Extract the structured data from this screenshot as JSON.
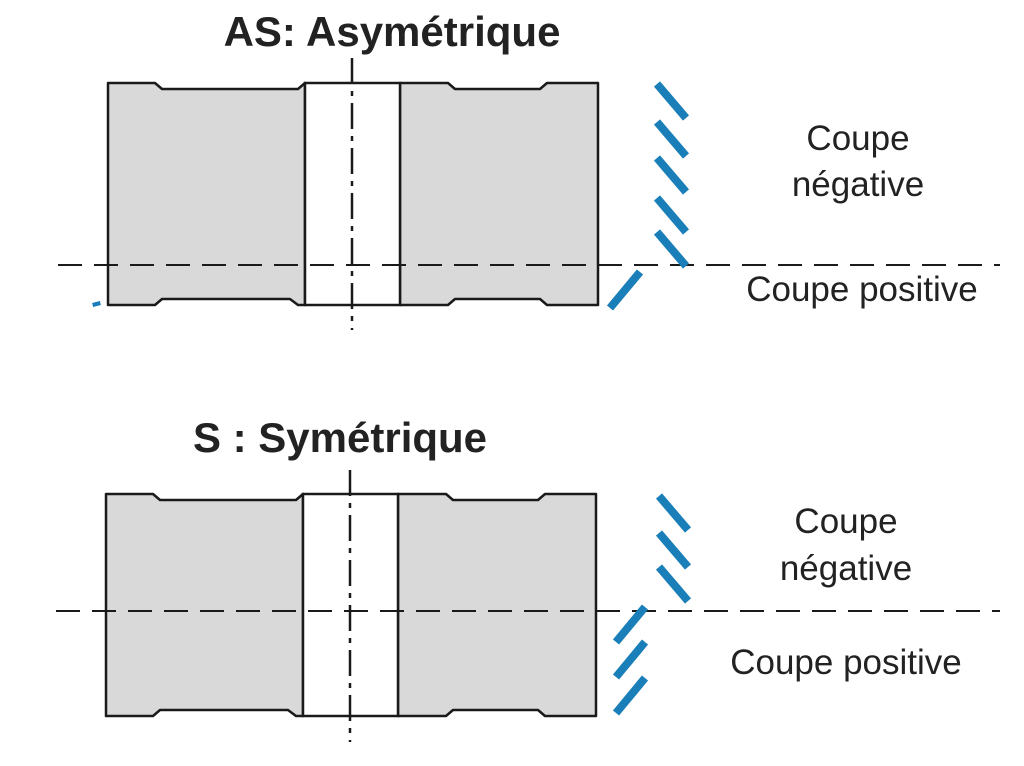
{
  "diagrams": [
    {
      "title": "AS: Asymétrique",
      "label_negative_1": "Coupe",
      "label_negative_2": "négative",
      "label_positive": "Coupe positive"
    },
    {
      "title": "S : Symétrique",
      "label_negative_1": "Coupe",
      "label_negative_2": "négative",
      "label_positive": "Coupe positive"
    }
  ],
  "colors": {
    "body_fill": "#d9d9d9",
    "outline": "#1a1a1a",
    "hatch": "#1a7fb8",
    "text": "#222222"
  }
}
